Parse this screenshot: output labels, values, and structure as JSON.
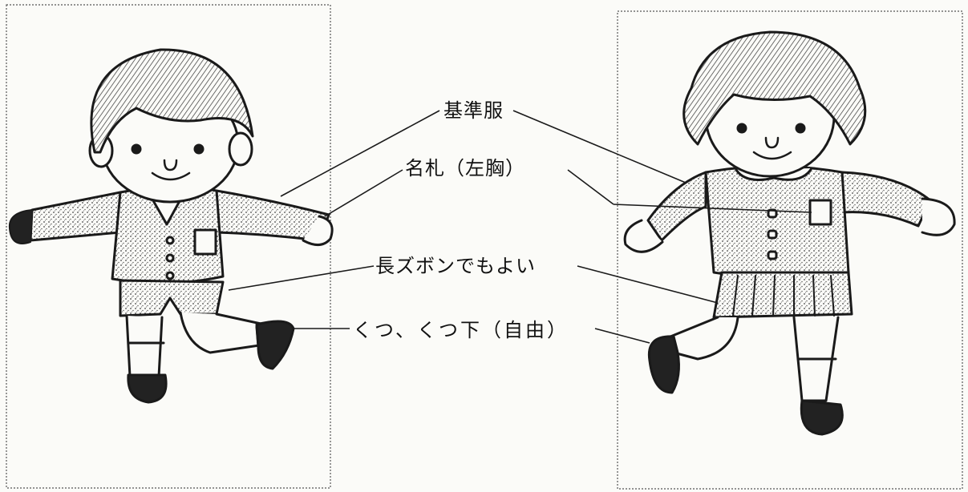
{
  "labels": {
    "uniform": "基準服",
    "name_tag": "名札（左胸）",
    "long_pants": "長ズボンでもよい",
    "shoes_socks": "くつ、くつ下（自由）"
  },
  "colors": {
    "ink": "#1a1a1a",
    "paper": "#fbfbf8",
    "frame": "#555555"
  }
}
